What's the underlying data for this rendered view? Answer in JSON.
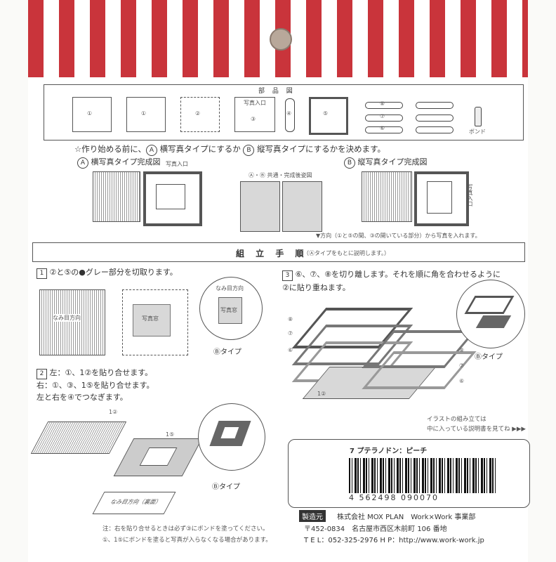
{
  "parts_header": "部 品 図",
  "parts": {
    "p1": "①",
    "p1b": "①",
    "p2": "②",
    "p3": "③",
    "p4": "④",
    "p5": "⑤",
    "p6": "⑥",
    "p7": "⑦",
    "p8": "⑧",
    "bond": "ボンド",
    "photo_entry": "写真入口"
  },
  "intro": {
    "prefix": "☆作り始める前に、",
    "A": "A",
    "mid": "横写真タイプにするか",
    "B": "B",
    "end": "縦写真タイプにするかを決めます。"
  },
  "typeA": {
    "label": "A",
    "title": "横写真タイプ完成図",
    "entry": "写真入口"
  },
  "common": {
    "label": "Ⓐ・Ⓑ 共通・完成後姿図"
  },
  "typeB": {
    "label": "B",
    "title": "縦写真タイプ完成図",
    "entry": "写真入口"
  },
  "direction_note": "▼方向（①と⑤の間、③の開いている部分）から写真を入れます。",
  "assembly": {
    "title": "組 立 手 順",
    "note": "（Ⓐタイプをもとに説明します。）"
  },
  "step1": {
    "num": "1",
    "text": "②と⑤の●グレー部分を切取ります。",
    "grain": "なみ目方向",
    "window": "写真窓",
    "btype": "Ⓑタイプ"
  },
  "step2": {
    "num": "2",
    "line1": "左：①、1②を貼り合せます。",
    "line2": "右：①、③、1⑤を貼り合せます。",
    "line3": "左と右を④でつなぎます。",
    "part12": "1②",
    "part15": "1⑤",
    "grain_back": "なみ目方向（裏面）",
    "btype": "Ⓑタイプ"
  },
  "step3": {
    "num": "3",
    "line1": "⑥、⑦、⑧を切り離します。それを順に角を合わせるように",
    "line2": "②に貼り重ねます。",
    "btype": "Ⓑタイプ",
    "note1": "イラストの組み立ては",
    "note2": "中に入っている説明書を見てね ▶▶▶"
  },
  "footer_notes": {
    "n1": "注：右を貼り合せるときは必ず③にボンドを塗ってください。",
    "n2": "①、1⑤にボンドを塗ると写真が入らなくなる場合があります。"
  },
  "product": {
    "name": "7 プテラノドン：ピーチ",
    "barcode": "4 562498 090070"
  },
  "maker": {
    "label": "製造元",
    "company": "株式会社 MOX PLAN　Work×Work 事業部",
    "address": "〒452-0834　名古屋市西区木前町 106 番地",
    "contact": "T E L：052-325-2976 H P：http://www.work-work.jp"
  }
}
